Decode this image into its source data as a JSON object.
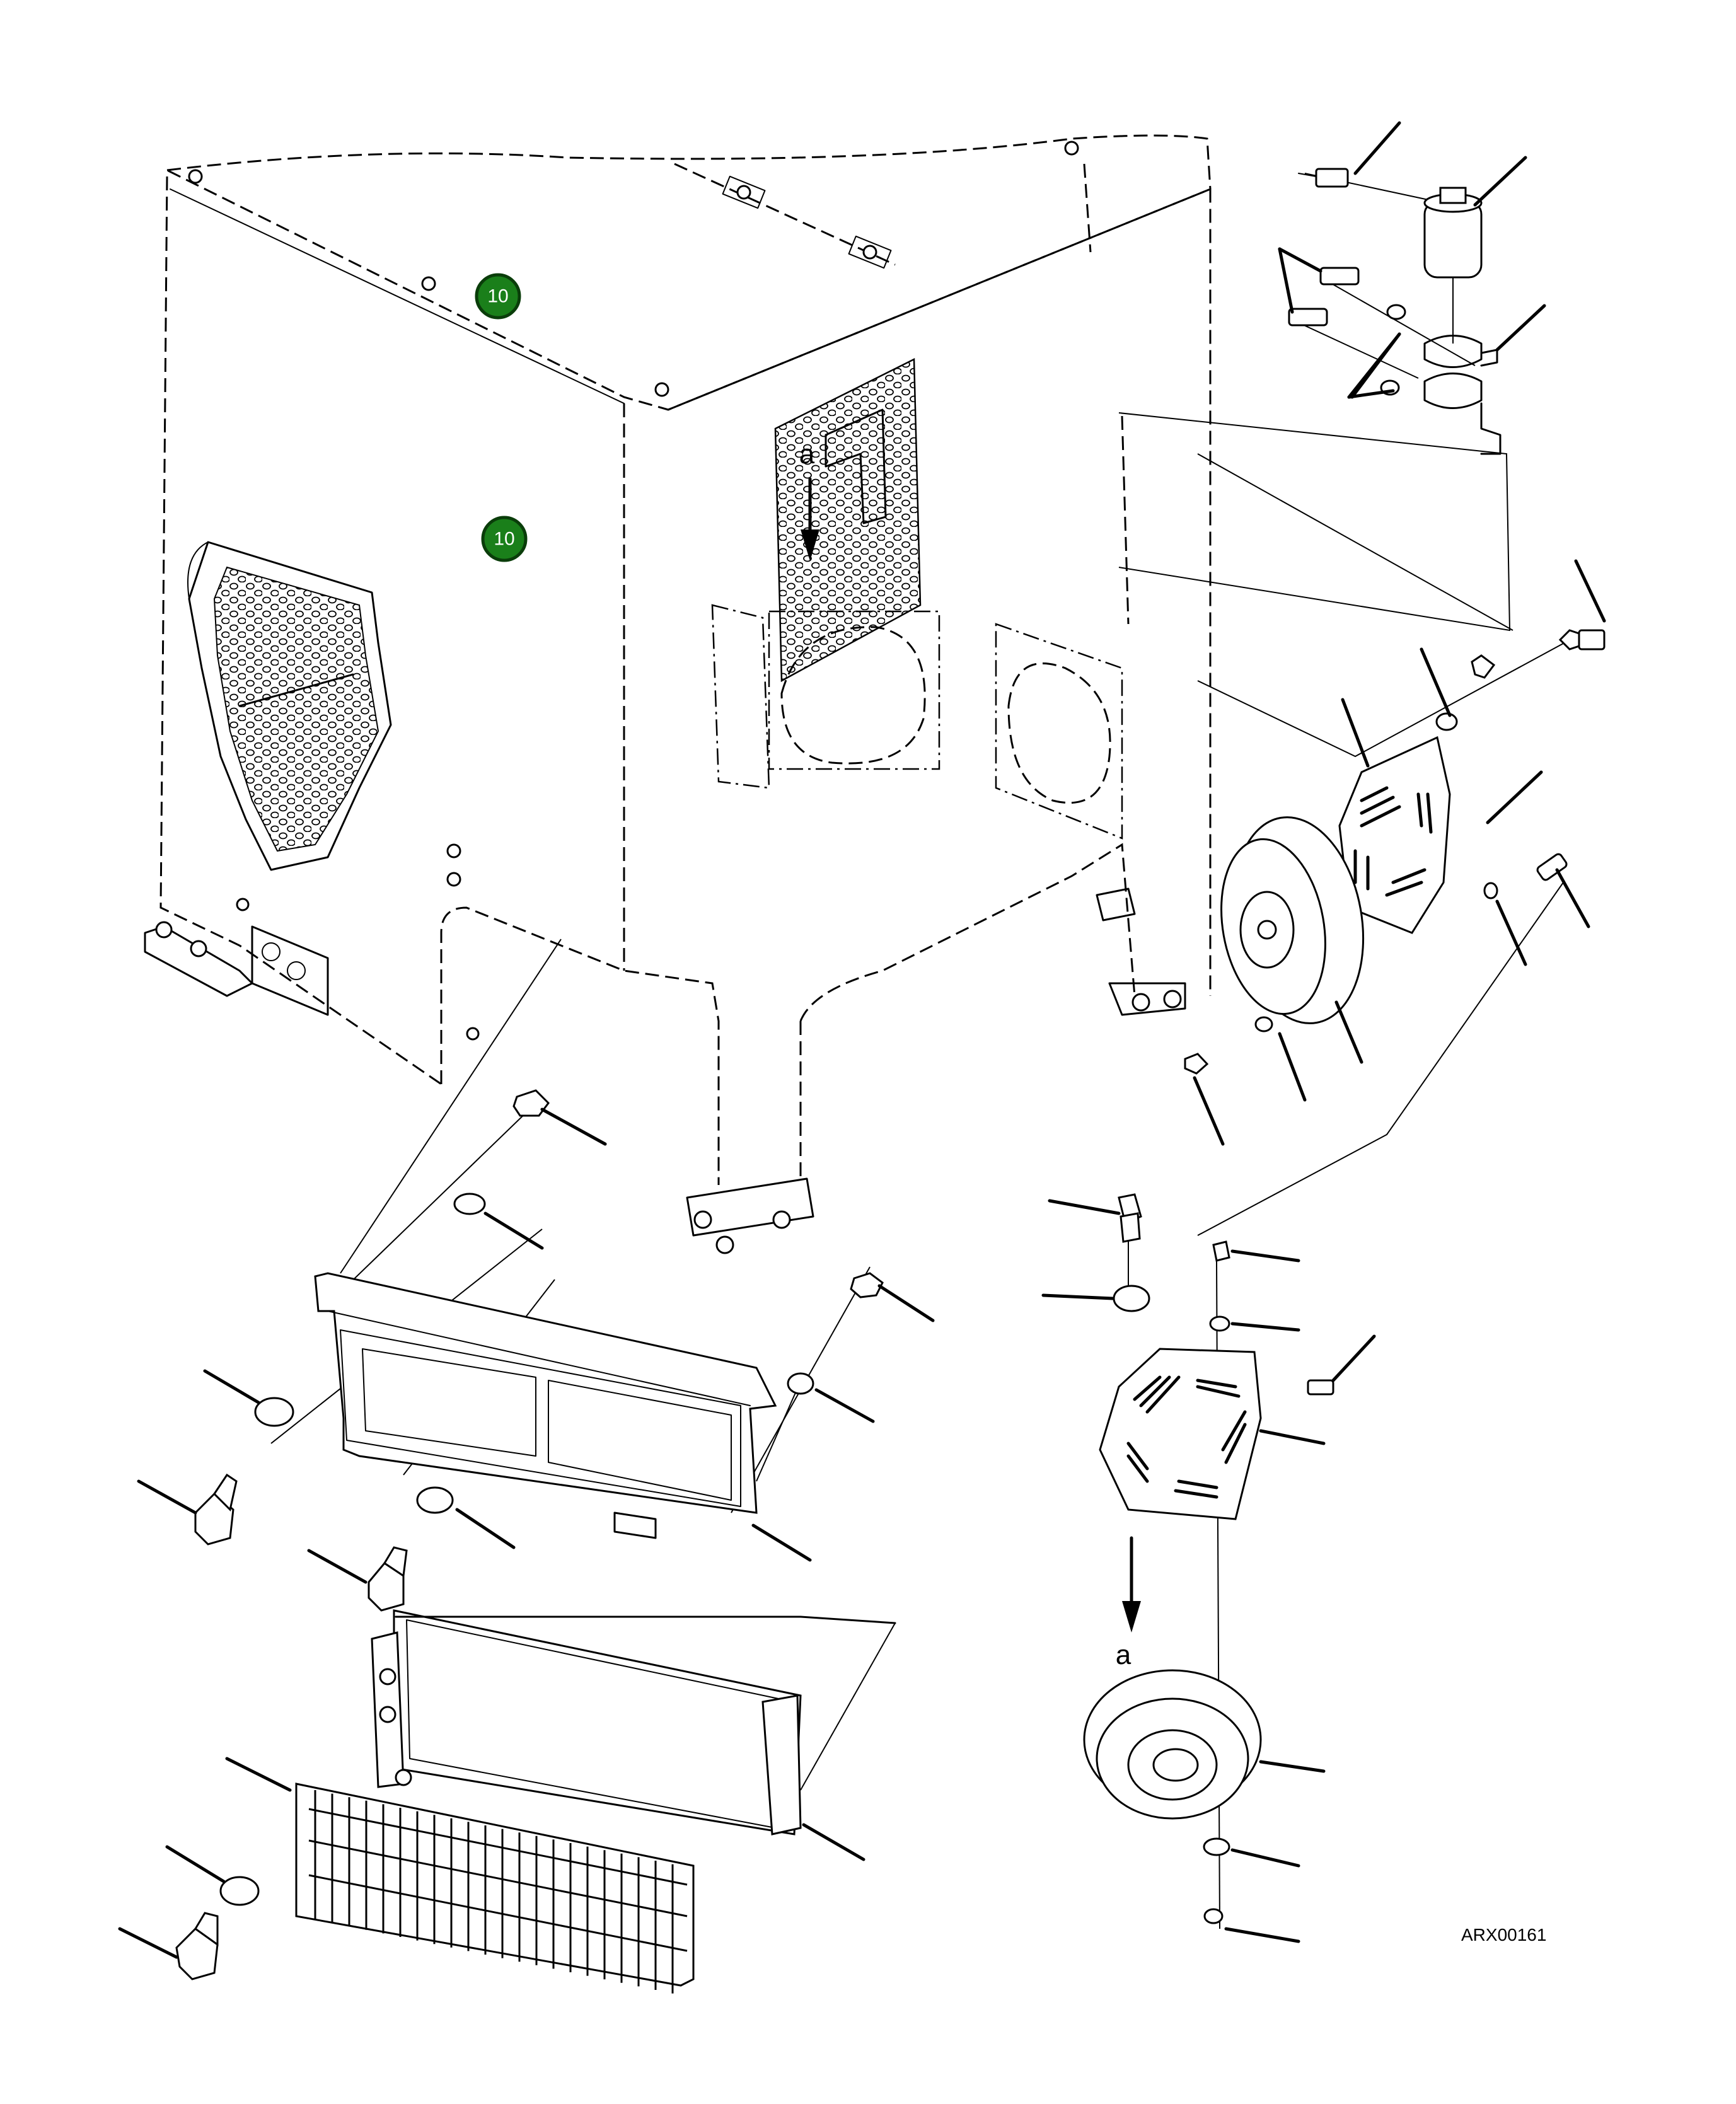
{
  "callouts": [
    {
      "label": "10"
    },
    {
      "label": "10"
    }
  ],
  "view_letters": {
    "upper": "a",
    "lower": "a"
  },
  "drawing_id": "ARX00161",
  "colors": {
    "callout_fill": "#1a7f1a",
    "line": "#000000",
    "background": "#ffffff"
  }
}
